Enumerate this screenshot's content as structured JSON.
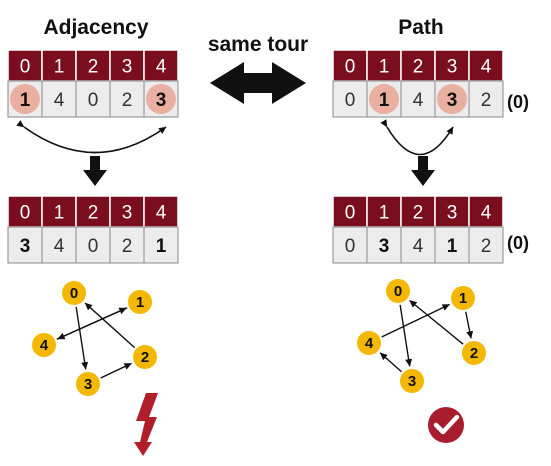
{
  "panels": {
    "adjacency": {
      "title": "Adjacency",
      "before": {
        "headers": [
          "0",
          "1",
          "2",
          "3",
          "4"
        ],
        "values": [
          "1",
          "4",
          "0",
          "2",
          "3"
        ],
        "highlight": [
          0,
          4
        ],
        "bold": []
      },
      "after": {
        "headers": [
          "0",
          "1",
          "2",
          "3",
          "4"
        ],
        "values": [
          "3",
          "4",
          "0",
          "2",
          "1"
        ],
        "highlight": [],
        "bold": [
          0,
          4
        ]
      },
      "graph": {
        "nodes": [
          "0",
          "1",
          "2",
          "3",
          "4"
        ],
        "edges": [
          [
            "0",
            "3"
          ],
          [
            "2",
            "0"
          ],
          [
            "1",
            "4"
          ],
          [
            "4",
            "1"
          ],
          [
            "3",
            "2"
          ]
        ]
      },
      "verdict": "invalid",
      "verdict_icon": "lightning-bolt-icon"
    },
    "path": {
      "title": "Path",
      "before": {
        "headers": [
          "0",
          "1",
          "2",
          "3",
          "4"
        ],
        "values": [
          "0",
          "1",
          "4",
          "3",
          "2"
        ],
        "suffix": "(0)",
        "highlight": [
          1,
          3
        ],
        "bold": []
      },
      "after": {
        "headers": [
          "0",
          "1",
          "2",
          "3",
          "4"
        ],
        "values": [
          "0",
          "3",
          "4",
          "1",
          "2"
        ],
        "suffix": "(0)",
        "highlight": [],
        "bold": [
          1,
          3
        ]
      },
      "graph": {
        "nodes": [
          "0",
          "1",
          "2",
          "3",
          "4"
        ],
        "edges": [
          [
            "0",
            "3"
          ],
          [
            "4",
            "1"
          ],
          [
            "1",
            "2"
          ],
          [
            "2",
            "0"
          ],
          [
            "3",
            "4"
          ]
        ]
      },
      "verdict": "valid",
      "verdict_icon": "checkmark-icon"
    }
  },
  "center_label": "same tour",
  "colors": {
    "header": "#7a0e1e",
    "cell": "#ececec",
    "highlight": "#e9a898",
    "node": "#f5b800",
    "bolt": "#b01e2a",
    "check": "#a81c2e"
  }
}
